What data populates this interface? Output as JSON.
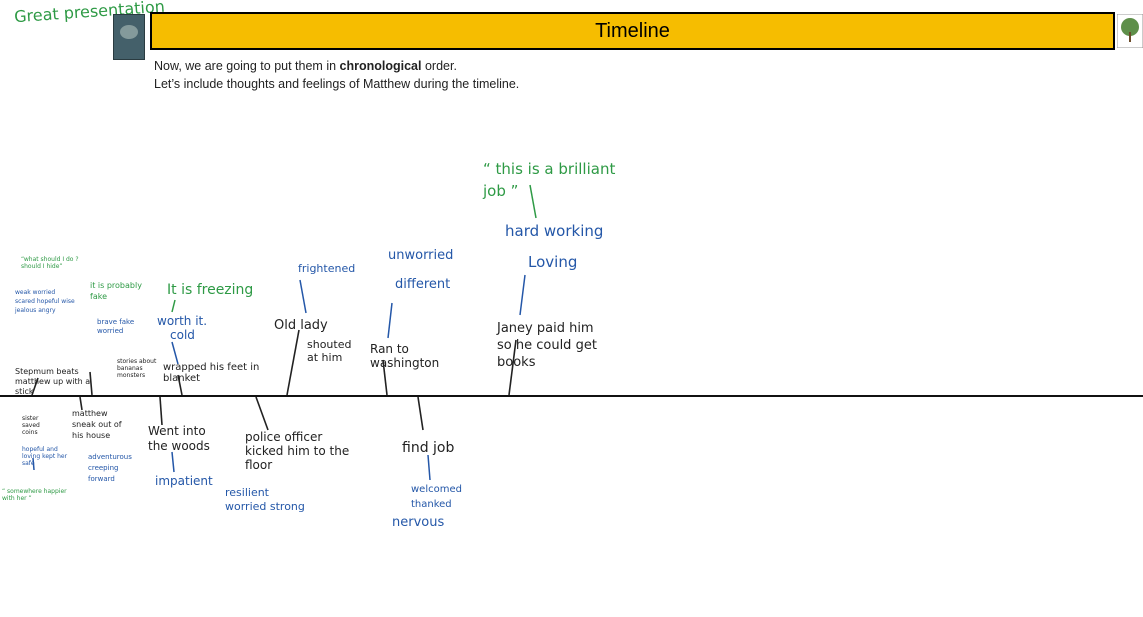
{
  "header": {
    "comment": "Great presentation",
    "title": "Timeline"
  },
  "intro": {
    "line1_before": "Now, we are going to put them in ",
    "line1_bold": "chronological",
    "line1_after": " order.",
    "line2": "Let’s include thoughts and feelings of Matthew during the timeline."
  },
  "annotations": {
    "above": {
      "quote_brilliant": "“ this is a brilliant job ”",
      "hard_working": "hard working",
      "loving": "Loving",
      "janey": "Janey paid him so he could get books",
      "unworried": "unworried",
      "different": "different",
      "ran_to_washington": "Ran to washington",
      "frightened": "frightened",
      "old_lady": "Old lady",
      "shouted_at_him": "shouted at him",
      "freezing": "It is freezing",
      "worth_it": "worth it.",
      "cold": "cold",
      "wrapped": "wrapped his feet in blanket",
      "probably_fake": "it is probably fake",
      "brave_fake_scared": "brave fake worried",
      "stories": "stories about bananas monsters",
      "what_should": "“what should I do ? should I hide”",
      "worried_scared": "weak worried scared hopeful wise jealous angry",
      "stepmum": "Stepmum beats matthew up with a stick"
    },
    "below": {
      "sister_saved": "sister saved coins",
      "hopeful": "hopeful and loving kept her safe",
      "happier": "“ somewhere happier with her ”",
      "sneak_out": "matthew sneak out of his house",
      "adventurous": "adventurous creeping forward",
      "went_woods": "Went into the woods",
      "impatient": "impatient",
      "police": "police officer kicked him to the floor",
      "resilient": "resilient worried strong",
      "find_job": "find job",
      "welcomed": "welcomed thanked",
      "nervous": "nervous"
    }
  },
  "colors": {
    "banner": "#f6bd00",
    "green_ink": "#2e9a45",
    "blue_ink": "#2457a8",
    "black_ink": "#222222"
  },
  "icons": {
    "book": "book-cover-thumbnail",
    "tree": "school-tree-logo"
  }
}
